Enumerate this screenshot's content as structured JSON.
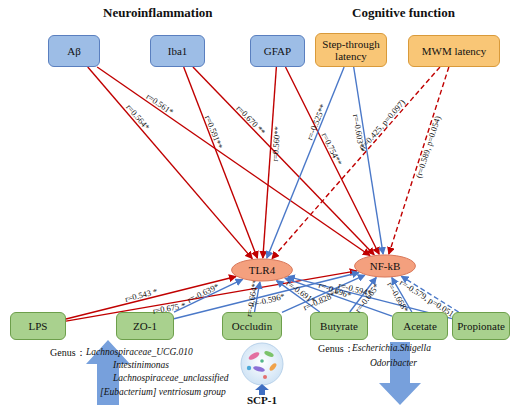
{
  "diagram": {
    "nodes": [
      {
        "text": [
          "Aβ"
        ]
      },
      {
        "text": [
          "Iba1"
        ]
      },
      {
        "text": [
          "GFAP"
        ]
      },
      {
        "text": [
          "Step-through latency"
        ]
      },
      {
        "text": [
          "MWM latency"
        ]
      },
      {
        "text": [
          "TLR4"
        ]
      },
      {
        "text": [
          "NF-kB"
        ]
      },
      {
        "text": [
          "LPS"
        ]
      },
      {
        "text": [
          "ZO-1"
        ]
      },
      {
        "text": [
          "Occludin"
        ]
      },
      {
        "text": [
          "Butyrate"
        ]
      },
      {
        "text": [
          "Acetate"
        ]
      },
      {
        "text": [
          "Propionate"
        ]
      }
    ],
    "edges": [
      {
        "from": 0,
        "to": 5,
        "arrow": "to",
        "label": "r=0.564*"
      },
      {
        "from": 0,
        "to": 6,
        "arrow": "to",
        "label": "r=0.561*"
      },
      {
        "from": 1,
        "to": 5,
        "arrow": "to",
        "label": "r=0.591**"
      },
      {
        "from": 1,
        "to": 6,
        "arrow": "to",
        "label": "r=0.670 **"
      },
      {
        "from": 2,
        "to": 5,
        "arrow": "to",
        "label": "r=0.560**"
      },
      {
        "from": 2,
        "to": 6,
        "arrow": "to",
        "label": "r=0.754**"
      },
      {
        "from": 3,
        "to": 5,
        "arrow": "to",
        "label": "r=-0.525**"
      },
      {
        "from": 3,
        "to": 6,
        "arrow": "to",
        "label": "r=-0.603**"
      },
      {
        "from": 4,
        "to": 5,
        "arrow": "to",
        "label": "(r=0.425, p=0.097)"
      },
      {
        "from": 4,
        "to": 6,
        "arrow": "to",
        "label": "(r=0.589, p=0.054)"
      },
      {
        "from": 7,
        "to": 5,
        "arrow": "to",
        "label": "r=0.543 *"
      },
      {
        "from": 7,
        "to": 6,
        "arrow": "to",
        "label": "r=0.675 *"
      },
      {
        "from": 8,
        "to": 5,
        "arrow": "to",
        "label": "r=-0.639*"
      },
      {
        "from": 8,
        "to": 6,
        "arrow": "to",
        "label": "r=-0.596*"
      },
      {
        "from": 9,
        "to": 5,
        "arrow": "to",
        "label": "r=-0.664**"
      },
      {
        "from": 9,
        "to": 6,
        "arrow": "to",
        "label": "r=-0.828**"
      },
      {
        "from": 10,
        "to": 5,
        "arrow": "to",
        "label": "r=-0.691*"
      },
      {
        "from": 10,
        "to": 6,
        "arrow": "to",
        "label": "r=-0.665*"
      },
      {
        "from": 11,
        "to": 5,
        "arrow": "to",
        "label": "r=-0.696*"
      },
      {
        "from": 11,
        "to": 6,
        "arrow": "to",
        "label": "r=-0.668*"
      },
      {
        "from": 12,
        "to": 5,
        "arrow": "to",
        "label": "r=-0.594*"
      },
      {
        "from": 12,
        "to": 6,
        "arrow": "to",
        "label": "r=-0.579, p=0.051"
      }
    ],
    "labels": [
      "Neuroinflammation",
      "Cognitive function",
      "Genus：",
      "Lachnospiraceae_UCG.010",
      "Intestinimonas",
      "Lachnospiraceae_unclassified",
      "[Eubacterium] ventriosum group",
      "SCP-1",
      "Genus：",
      "Escherichia.Shigella",
      "Odoribacter"
    ]
  }
}
